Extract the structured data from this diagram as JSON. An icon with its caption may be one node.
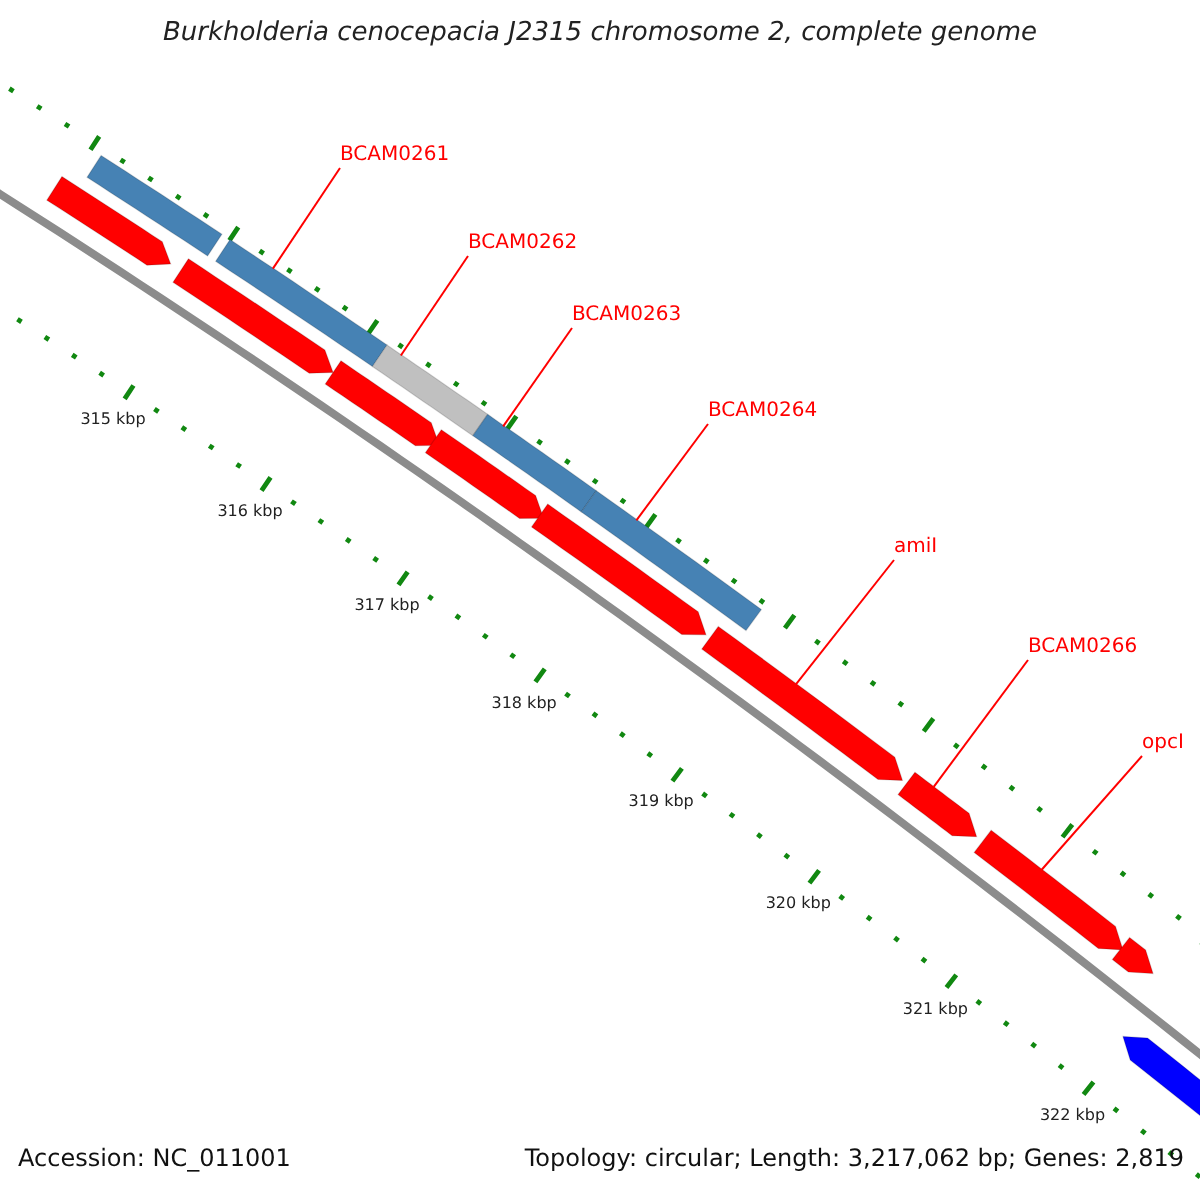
{
  "diagram": {
    "title": "Burkholderia cenocepacia J2315 chromosome 2, complete genome",
    "nodes": [
      {
        "text": [
          "BCAM0261"
        ]
      },
      {
        "text": [
          "BCAM0262"
        ]
      },
      {
        "text": [
          "BCAM0263"
        ]
      },
      {
        "text": [
          "BCAM0264"
        ]
      },
      {
        "text": [
          "amiI"
        ]
      },
      {
        "text": [
          "BCAM0266"
        ]
      },
      {
        "text": [
          "opcI"
        ]
      },
      {
        "text": [],
        "shape": "bar"
      },
      {
        "text": [],
        "shape": "bar"
      },
      {
        "text": [],
        "shape": "bar"
      },
      {
        "text": [],
        "shape": "bar"
      },
      {
        "text": [],
        "shape": "bar"
      },
      {
        "text": [],
        "shape": "bar"
      },
      {
        "text": [],
        "shape": "bar"
      },
      {
        "text": [],
        "shape": "bar"
      },
      {
        "text": [],
        "shape": "bar"
      },
      {
        "text": [],
        "shape": "bar"
      },
      {
        "text": [],
        "shape": "bar"
      },
      {
        "text": [],
        "shape": "bar"
      },
      {
        "text": [],
        "shape": "bar"
      },
      {
        "text": [],
        "shape": "bar"
      },
      {
        "text": [],
        "shape": "bar"
      }
    ],
    "edges": [
      {
        "from": 0,
        "to": 10,
        "arrow": "none"
      },
      {
        "from": 1,
        "to": 12,
        "arrow": "none"
      },
      {
        "from": 2,
        "to": 14,
        "arrow": "none"
      },
      {
        "from": 3,
        "to": 16,
        "arrow": "none"
      },
      {
        "from": 4,
        "to": 17,
        "arrow": "none"
      },
      {
        "from": 5,
        "to": 18,
        "arrow": "none"
      },
      {
        "from": 6,
        "to": 19,
        "arrow": "none"
      }
    ],
    "labels": [
      "315 kbp",
      "316 kbp",
      "317 kbp",
      "318 kbp",
      "319 kbp",
      "320 kbp",
      "321 kbp",
      "322 kbp",
      "Accession: NC_011001",
      "Topology: circular; Length: 3,217,062 bp; Genes: 2,819"
    ]
  }
}
